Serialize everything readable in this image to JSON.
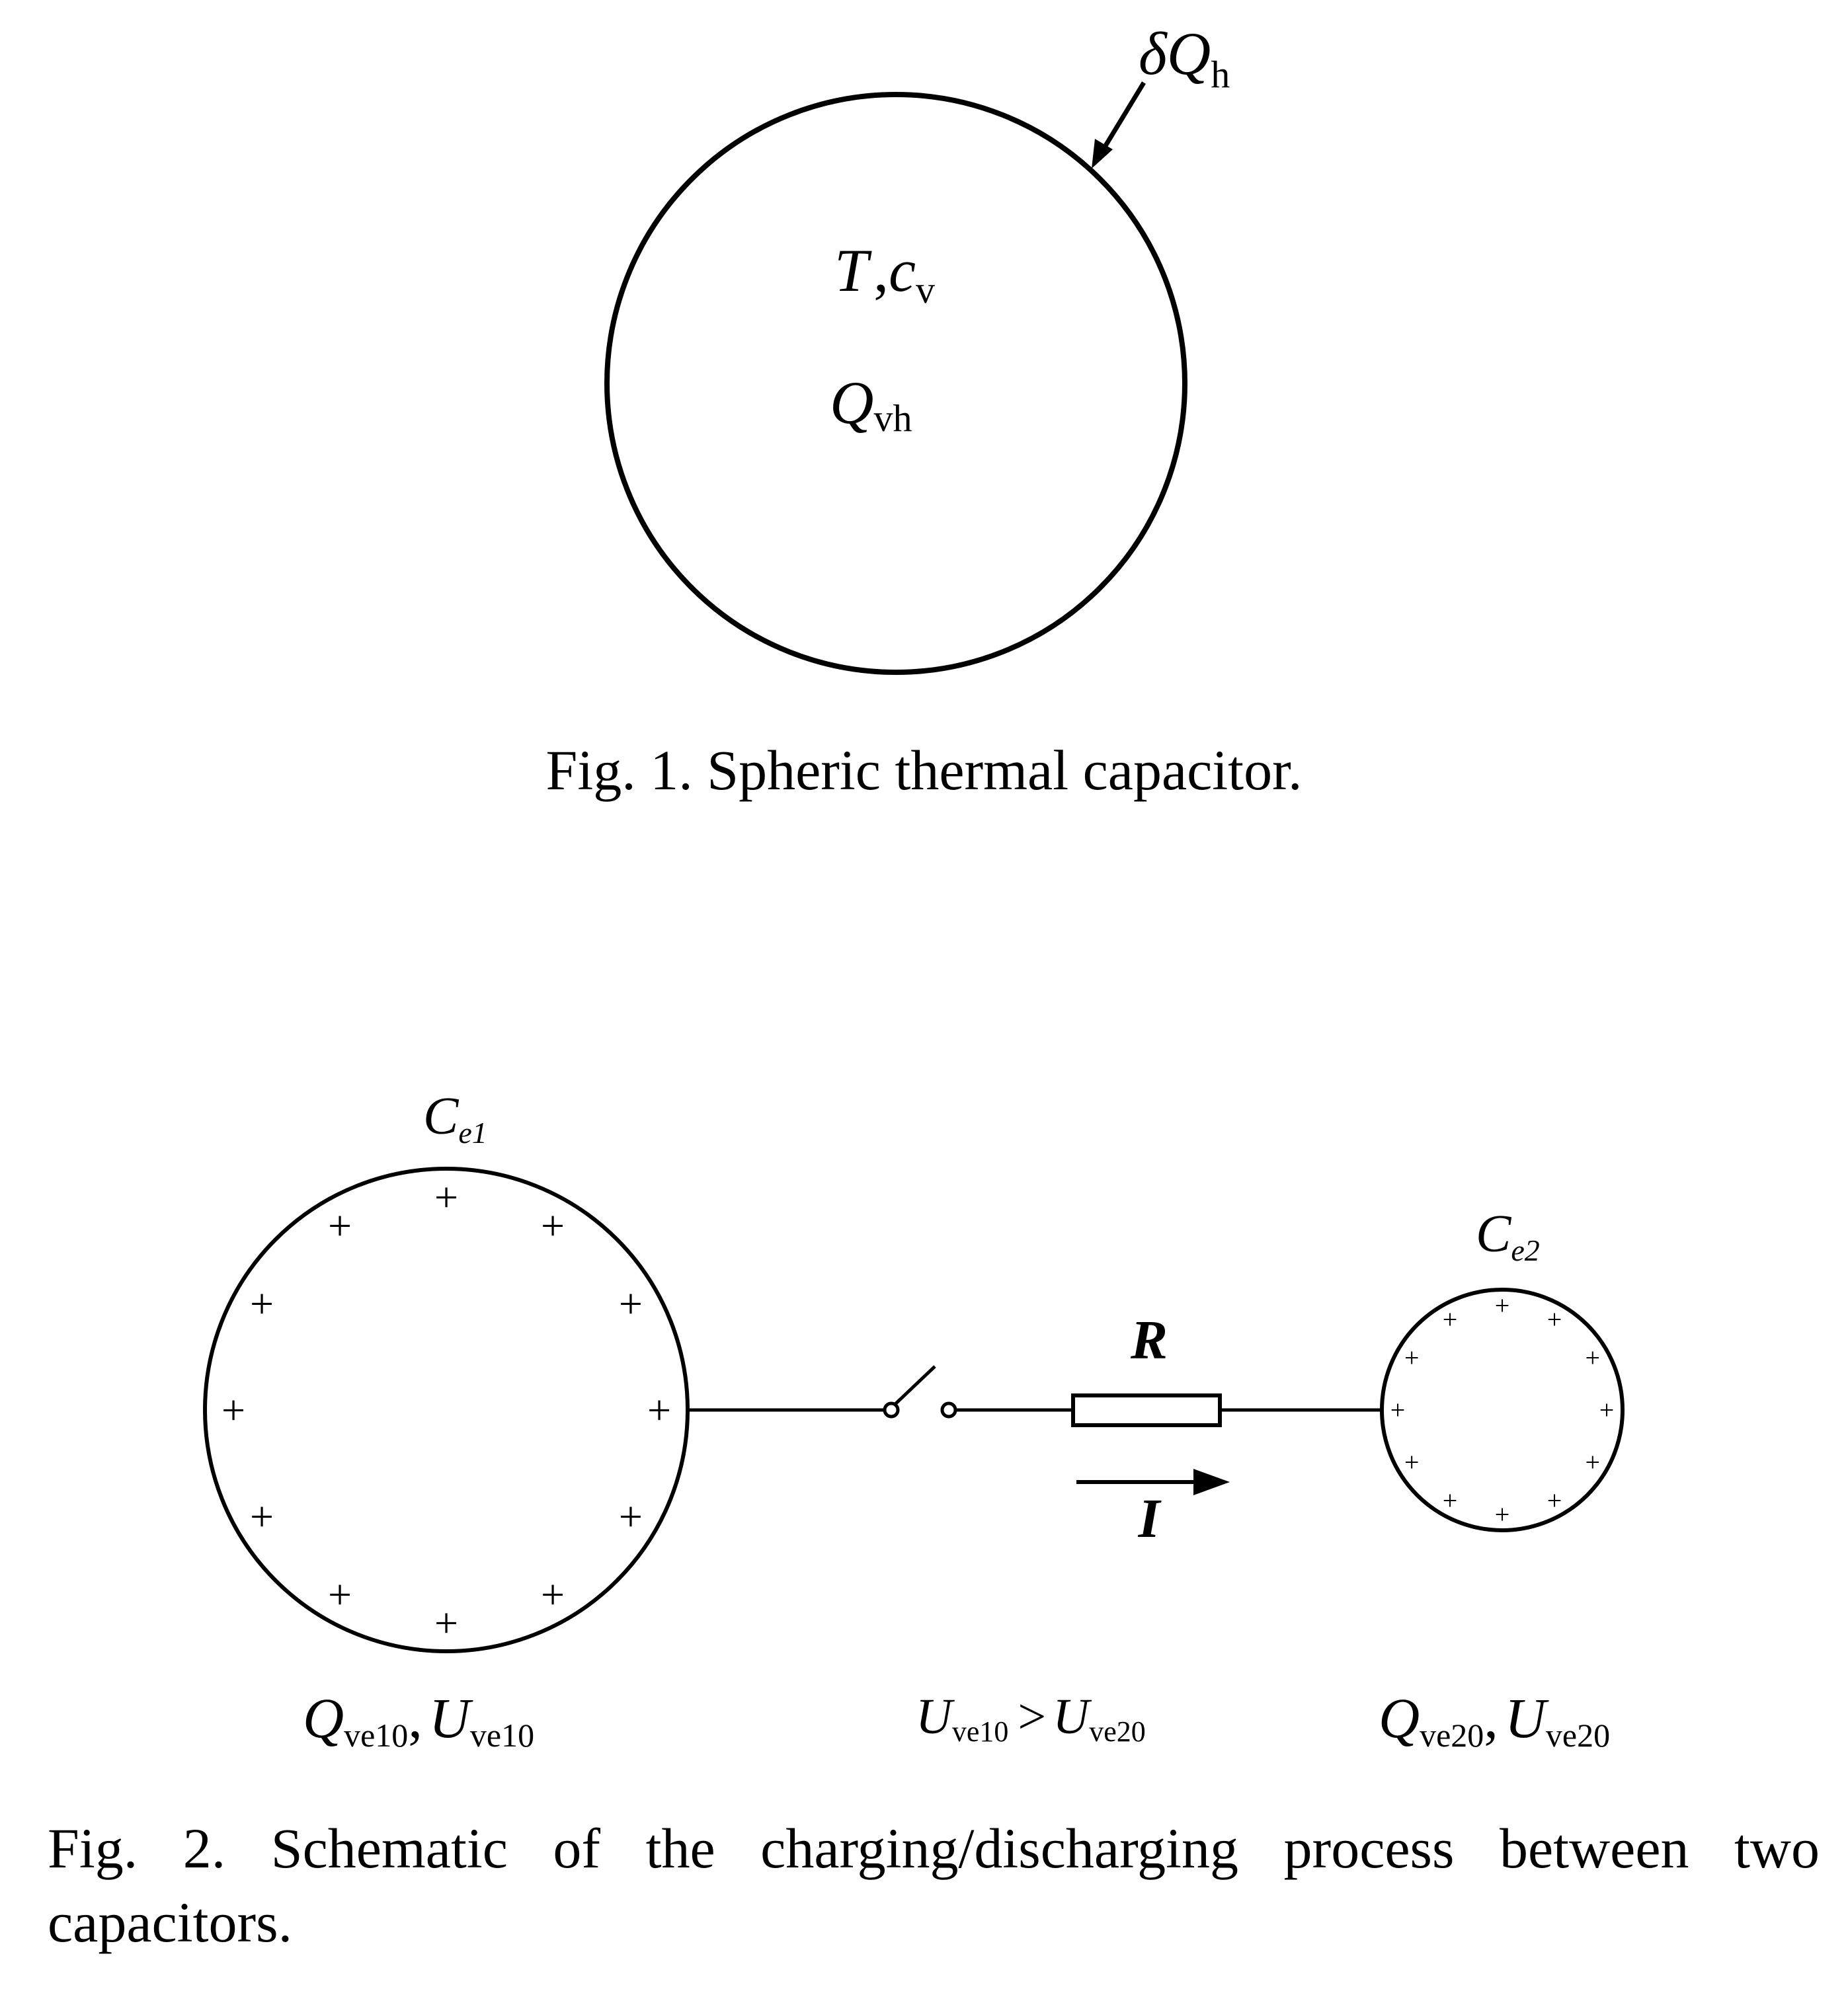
{
  "figure1": {
    "heat_flow_label": {
      "symbol": "δQ",
      "sub": "h"
    },
    "interior_line1": {
      "t": "T",
      "comma": ",",
      "c": "c",
      "sub": "v"
    },
    "interior_line2": {
      "symbol": "Q",
      "sub": "vh"
    },
    "caption": "Fig. 1.  Spheric thermal capacitor."
  },
  "figure2": {
    "capacitor1_label": {
      "symbol": "C",
      "sub": "e1"
    },
    "capacitor2_label": {
      "symbol": "C",
      "sub": "e2"
    },
    "resistor_label": "R",
    "current_label": "I",
    "charge_sign": "+",
    "left_values": {
      "q": "Q",
      "q_sub": "ve10",
      "comma": ",",
      "u": "U",
      "u_sub": "ve10"
    },
    "condition": {
      "u1": "U",
      "u1_sub": "ve10",
      "op": ">",
      "u2": "U",
      "u2_sub": "ve20"
    },
    "right_values": {
      "q": "Q",
      "q_sub": "ve20",
      "comma": ",",
      "u": "U",
      "u_sub": "ve20"
    },
    "caption": "Fig. 2. Schematic of the charging/discharging process between two capacitors."
  }
}
